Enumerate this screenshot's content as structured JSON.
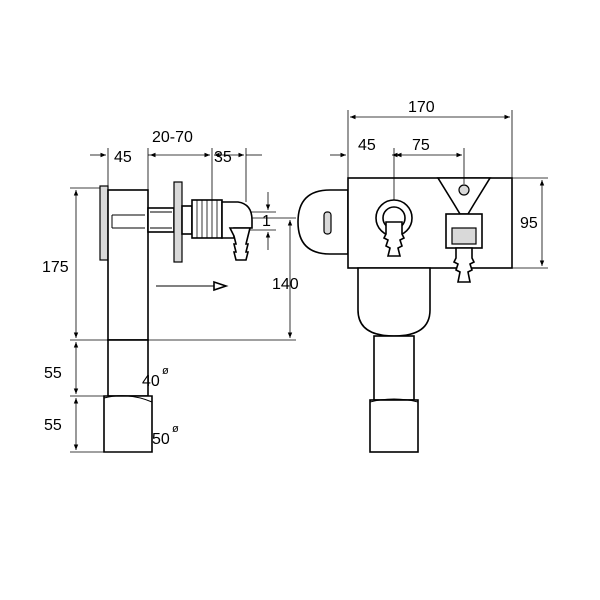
{
  "side_view": {
    "dims": {
      "wall_depth": "45",
      "adjust_range": "20-70",
      "nozzle_length": "35",
      "total_height": "175",
      "outlet_offset": "140",
      "nozzle_spacing": "1",
      "pipe_upper": "55",
      "pipe_lower": "55"
    },
    "diameters": {
      "inner": "40",
      "outer": "50",
      "symbol": "ø"
    }
  },
  "front_view": {
    "dims": {
      "total_width": "170",
      "left_offset": "45",
      "valve_spacing": "75",
      "body_height": "95"
    }
  }
}
